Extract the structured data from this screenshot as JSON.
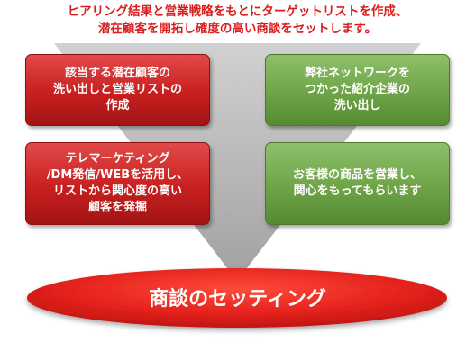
{
  "header": {
    "line1": "ヒアリング結果と営業戦略をもとにターゲットリストを作成、",
    "line2": "潜在顧客を開拓し確度の高い商談をセットします。"
  },
  "boxes": {
    "top_left": "該当する潜在顧客の\n洗い出しと営業リストの\n作成",
    "top_right": "弊社ネットワークを\nつかった紹介企業の\n洗い出し",
    "bottom_left": "テレマーケティング\n/DM発信/WEBを活用し、\nリストから関心度の高い\n顧客を発掘",
    "bottom_right": "お客様の商品を営業し、\n関心をもってもらいます"
  },
  "result": {
    "label": "商談のセッティング"
  },
  "colors": {
    "header_text": "#d81e1e",
    "red_box": "#c81f1f",
    "green_box": "#6ea447",
    "funnel": "#b8b8b8",
    "ellipse": "#e3211c"
  }
}
